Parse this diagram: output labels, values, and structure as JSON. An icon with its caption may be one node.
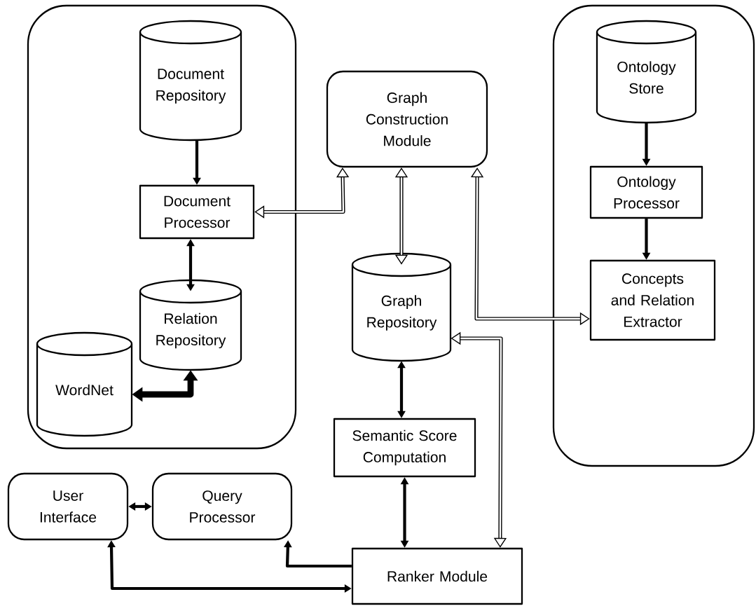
{
  "diagram": {
    "nodes": [
      {
        "text": [],
        "shape": "box"
      },
      {
        "text": [
          "Document Repository"
        ],
        "in": 0
      },
      {
        "text": [
          "Document Processor"
        ],
        "in": 0
      },
      {
        "text": [
          "Relation Repository"
        ],
        "in": 0
      },
      {
        "text": [
          "WordNet"
        ],
        "in": 0
      },
      {
        "text": [
          "Graph Construction Module"
        ]
      },
      {
        "text": [],
        "shape": "box"
      },
      {
        "text": [
          "Ontology Store"
        ],
        "in": 6
      },
      {
        "text": [
          "Ontology Processor"
        ],
        "in": 6
      },
      {
        "text": [
          "Concepts and Relation Extractor"
        ],
        "in": 6
      },
      {
        "text": [
          "Graph Repository"
        ]
      },
      {
        "text": [
          "Semantic Score Computation"
        ]
      },
      {
        "text": [
          "User Interface"
        ]
      },
      {
        "text": [
          "Query Processor"
        ]
      },
      {
        "text": [
          "Ranker Module"
        ]
      }
    ],
    "edges": [
      {
        "from": 1,
        "to": 2,
        "arrow": "to"
      },
      {
        "from": 2,
        "to": 3,
        "arrow": "both"
      },
      {
        "from": 4,
        "to": 3,
        "arrow": "both",
        "style": "thick"
      },
      {
        "from": 5,
        "to": 2,
        "arrow": "both"
      },
      {
        "from": 5,
        "to": 10,
        "arrow": "both"
      },
      {
        "from": 5,
        "to": 9,
        "arrow": "both"
      },
      {
        "from": 7,
        "to": 8,
        "arrow": "to"
      },
      {
        "from": 8,
        "to": 9,
        "arrow": "to"
      },
      {
        "from": 10,
        "to": 11,
        "arrow": "both"
      },
      {
        "from": 11,
        "to": 14,
        "arrow": "both"
      },
      {
        "from": 10,
        "to": 14,
        "arrow": "both"
      },
      {
        "from": 12,
        "to": 13,
        "arrow": "both"
      },
      {
        "from": 14,
        "to": 13,
        "arrow": "to"
      },
      {
        "from": 12,
        "to": 14,
        "arrow": "both"
      }
    ]
  }
}
